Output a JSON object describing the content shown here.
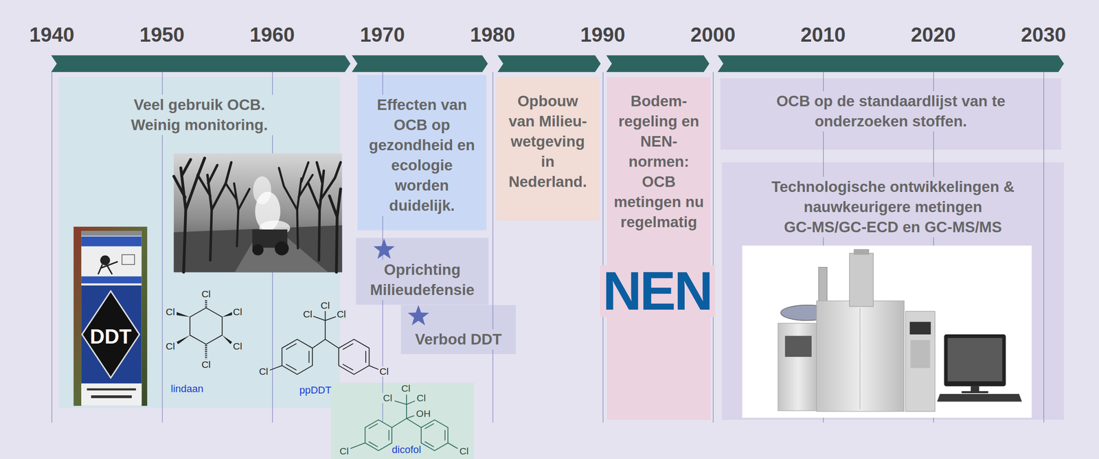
{
  "diagram": {
    "nodes": [
      {
        "text": [
          "Veel gebruik OCB. Weinig monitoring."
        ]
      },
      {
        "text": [
          "Effecten van OCB op gezondheid en ecologie worden duidelijk."
        ]
      },
      {
        "text": [
          "Oprichting Milieudefensie"
        ]
      },
      {
        "text": [
          "Verbod DDT"
        ]
      },
      {
        "text": [
          "dicofol"
        ]
      },
      {
        "text": [
          "Opbouw van Milieu- wetgeving in Nederland."
        ]
      },
      {
        "text": [
          "Bodem- regeling en NEN- normen: OCB metingen nu regelmatig"
        ]
      },
      {
        "text": [
          "OCB op de standaardlijst van te onderzoeken stoffen."
        ]
      },
      {
        "text": [
          "Technologische ontwikkelingen & nauwkeurigere metingen GC-MS/GC-ECD en GC-MS/MS"
        ]
      }
    ],
    "labels": [
      "1940",
      "1950",
      "1960",
      "1970",
      "1980",
      "1990",
      "2000",
      "2010",
      "2020",
      "2030",
      "DDT",
      "Cl",
      "Cl",
      "Cl",
      "Cl",
      "Cl",
      "Cl",
      "lindaan",
      "Cl",
      "Cl",
      "Cl",
      "Cl",
      "Cl",
      "ppDDT",
      "NEN",
      "Cl",
      "Cl",
      "Cl",
      "Cl",
      "Cl",
      "OH"
    ]
  }
}
